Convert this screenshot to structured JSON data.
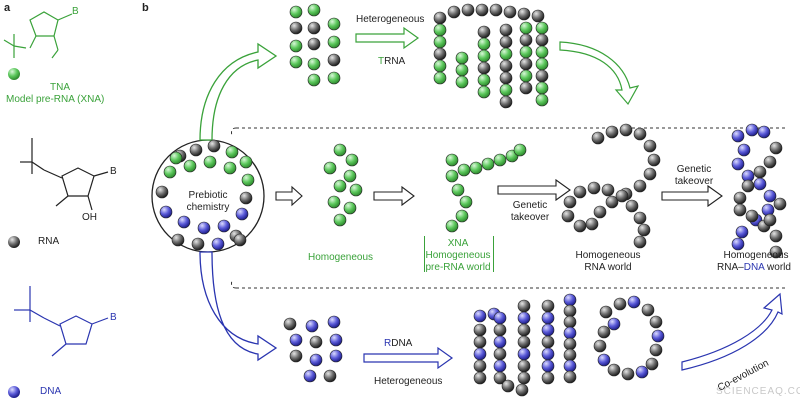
{
  "panel_labels": {
    "a": "a",
    "b": "b"
  },
  "structures": {
    "tna": {
      "atom_base": "B",
      "label": "TNA",
      "sublabel": "Model pre-RNA (XNA)"
    },
    "rna": {
      "atom_base": "B",
      "atom_oh": "OH",
      "label": "RNA"
    },
    "dna": {
      "atom_base": "B",
      "label": "DNA"
    }
  },
  "pool": {
    "label_line1": "Prebiotic",
    "label_line2": "chemistry"
  },
  "top_path": {
    "label": "Heterogeneous",
    "product_prefix": "T",
    "product_suffix": "RNA"
  },
  "middle_path": {
    "homogeneous_label": "Homogeneous",
    "xna_line1": "XNA",
    "xna_line2": "Homogeneous",
    "xna_line3": "pre-RNA world",
    "takeover1_line1": "Genetic",
    "takeover1_line2": "takeover",
    "rna_world_line1": "Homogeneous",
    "rna_world_line2": "RNA world",
    "takeover2_line1": "Genetic",
    "takeover2_line2": "takeover",
    "final_line1": "Homogeneous",
    "final_line2_prefix": "RNA–",
    "final_line2_dna": "DNA",
    "final_line2_suffix": " world"
  },
  "bottom_path": {
    "product_prefix": "R",
    "product_suffix": "DNA",
    "label": "Heterogeneous",
    "coevolution": "Co-evolution"
  },
  "watermark": "SCIENCEAQ.COM",
  "colors": {
    "tna_green": "#5cc85c",
    "rna_gray": "#6e6e6e",
    "dna_blue": "#5a5ad8",
    "green_line": "#3aa23a",
    "blue_line": "#2a35b0"
  }
}
